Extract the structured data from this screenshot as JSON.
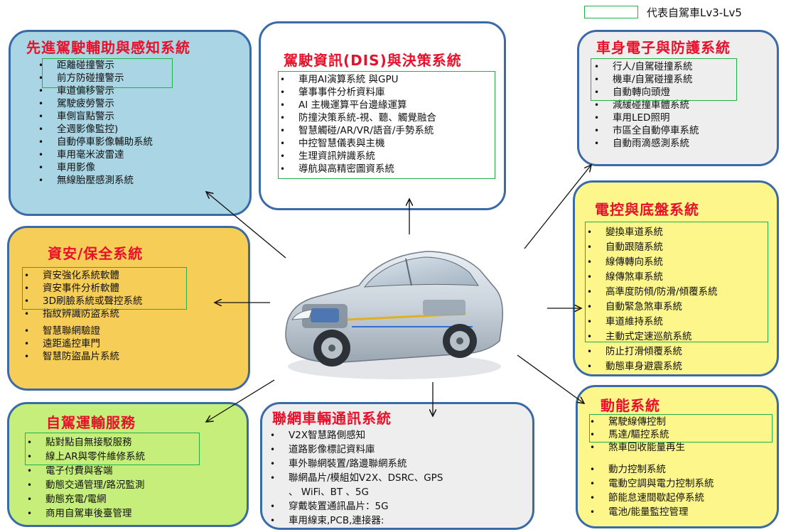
{
  "legend": {
    "label": "代表自駕車Lv3-Lv5",
    "swatch_color": "#22b04a"
  },
  "colors": {
    "border": "#3a6aa8",
    "title": "#e8102a",
    "adas_bg": "#a9d5e4",
    "dis_bg": "#ffffff",
    "body_bg": "#eeeeee",
    "chassis_bg": "#fdf68b",
    "security_bg": "#f6ce57",
    "transport_bg": "#c6ee7a",
    "v2x_bg": "#eeeeee",
    "power_bg": "#fdf68b"
  },
  "center_image": {
    "icon": "car-xray-icon"
  },
  "boxes": {
    "adas": {
      "title": "先進駕駛輔助與感知系統",
      "items": [
        "距離碰撞警示",
        "前方防碰撞警示",
        "車道偏移警示",
        "駕駛疲勞警示",
        "車側盲點警示",
        "全週影像監控)",
        "自動停車影像輔助系統",
        "車用毫米波雷達",
        "車用影像",
        "無線胎壓感測系統"
      ]
    },
    "dis": {
      "title": "駕駛資訊(DIS)與決策系統",
      "items": [
        "車用AI演算系統 與GPU",
        "肇事事件分析資料庫",
        "AI 主機運算平台邊緣運算",
        "防撞決策系統-視、聽、觸覺融合",
        "智慧觸碰/AR/VR/語音/手勢系統",
        "中控智慧儀表與主機",
        "生理資訊辨識系統",
        "導航與高精密圖資系統"
      ]
    },
    "body": {
      "title": "車身電子與防護系統",
      "items": [
        "行人/自駕碰撞系統",
        "機車/自駕碰撞系統",
        "自動轉向頭燈",
        "減緩碰撞車體系統",
        "車用LED照明",
        "市區全自動停車系統",
        "自動雨滴感測系統"
      ]
    },
    "chassis": {
      "title": "電控與底盤系統",
      "items": [
        "變換車道系統",
        "自動跟隨系統",
        "線傳轉向系統",
        "線傳煞車系統",
        "高準度防傾/防滑/傾覆系統",
        "自動緊急煞車系統",
        "車道維持系統",
        "主動式定速巡航系統",
        "防止打滑傾覆系統",
        "動態車身避震系統"
      ]
    },
    "security": {
      "title": "資安/保全系統",
      "items": [
        "資安強化系統軟體",
        "資安事件分析軟體",
        "3D刷臉系統或聲控系統",
        "指紋辨識防盜系統",
        "智慧聯網驗證",
        "遠距遙控車門",
        "智慧防盜晶片系統"
      ]
    },
    "transport": {
      "title": "自駕運輸服務",
      "items": [
        "點對點自無接駁服務",
        "線上AR與零件維修系統",
        "電子付費與客端",
        "動態交通管理/路況監測",
        "動態充電/電網",
        "商用自駕車後臺管理"
      ]
    },
    "v2x": {
      "title": "聯網車輛通訊系統",
      "items": [
        "V2X智慧路側感知",
        "道路影像標記資料庫",
        "車外聯網裝置/路邊聯網系統",
        "聯網晶片/模組如V2X、DSRC、GPS",
        "、 WiFi、BT 、5G",
        "穿戴裝置通訊晶片：5G",
        "車用線束,PCB,連接器:"
      ]
    },
    "power": {
      "title": "動能系統",
      "items": [
        "駕駛線傳控制",
        "馬達/驅控系統",
        "煞車回收能量再生",
        "動力控制系統",
        "電動空調與電力控制系統",
        "節能怠速間歇起停系統",
        "電池/能量監控管理"
      ]
    }
  }
}
